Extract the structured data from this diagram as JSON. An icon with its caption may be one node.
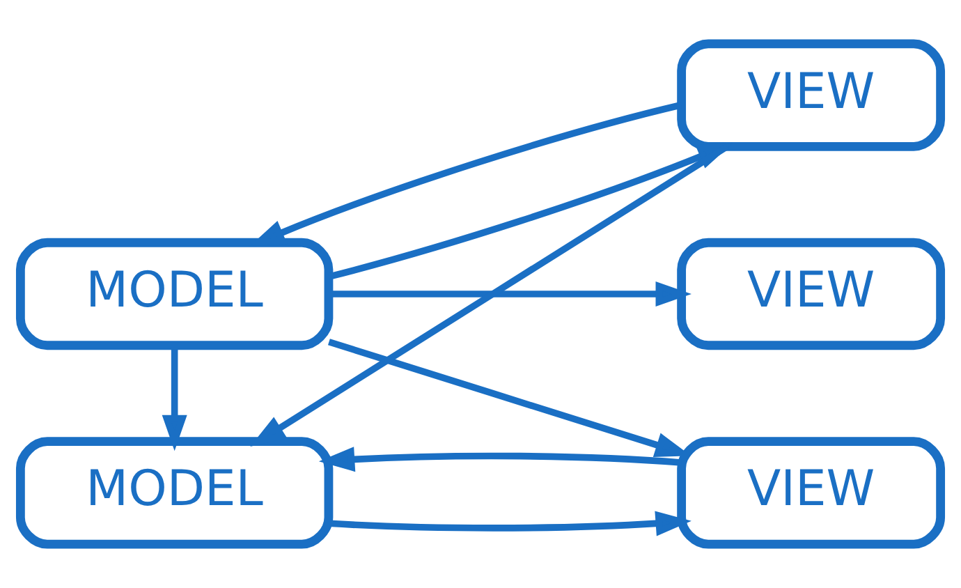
{
  "diagram": {
    "nodes": [
      {
        "text": [
          "MODEL"
        ]
      },
      {
        "text": [
          "MODEL"
        ]
      },
      {
        "text": [
          "VIEW"
        ]
      },
      {
        "text": [
          "VIEW"
        ]
      },
      {
        "text": [
          "VIEW"
        ]
      }
    ],
    "edges": [
      {
        "from": 0,
        "to": 2,
        "arrow": "to"
      },
      {
        "from": 2,
        "to": 0,
        "arrow": "to"
      },
      {
        "from": 0,
        "to": 3,
        "arrow": "to"
      },
      {
        "from": 2,
        "to": 1,
        "arrow": "to"
      },
      {
        "from": 0,
        "to": 4,
        "arrow": "to"
      },
      {
        "from": 0,
        "to": 1,
        "arrow": "to"
      },
      {
        "from": 4,
        "to": 1,
        "arrow": "to"
      },
      {
        "from": 1,
        "to": 4,
        "arrow": "to"
      }
    ]
  }
}
